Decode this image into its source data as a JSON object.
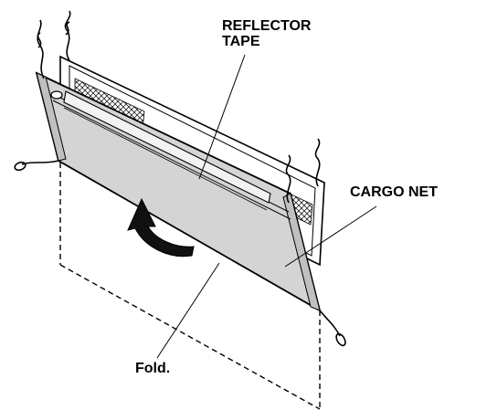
{
  "labels": {
    "reflector_line1": "REFLECTOR",
    "reflector_line2": "TAPE",
    "cargo_net": "CARGO NET",
    "fold": "Fold."
  },
  "colors": {
    "ink": "#000000",
    "panel_fill": "#d9d9d9",
    "panel_shade": "#c4c4c4",
    "frame_fill": "#ededed",
    "paper": "#ffffff"
  }
}
